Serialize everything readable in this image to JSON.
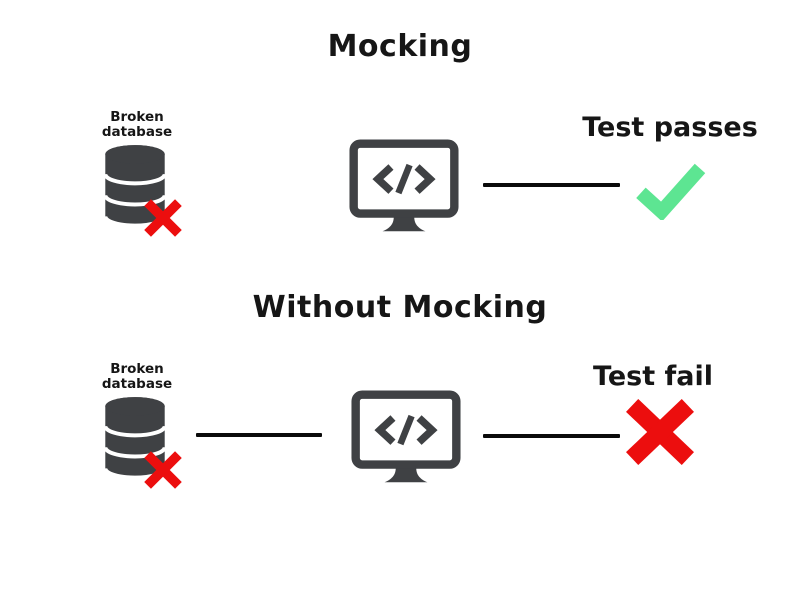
{
  "diagram": {
    "kind": "mocking-vs-no-mocking-testing-diagram",
    "colors": {
      "icon_gray": "#3f4144",
      "error_red": "#ec0e0e",
      "pass_green": "#5de592",
      "text_black": "#161616",
      "connector_black": "#0a0a0a",
      "background": "#ffffff"
    },
    "sections": [
      {
        "title": "Mocking",
        "database_label": "Broken database",
        "result_label": "Test passes",
        "result": "pass",
        "database_connected_to_monitor": false
      },
      {
        "title": "Without Mocking",
        "database_label": "Broken database",
        "result_label": "Test fail",
        "result": "fail",
        "database_connected_to_monitor": true
      }
    ],
    "icons": [
      "broken-database-icon",
      "monitor-code-icon",
      "checkmark-icon",
      "cross-icon"
    ]
  }
}
